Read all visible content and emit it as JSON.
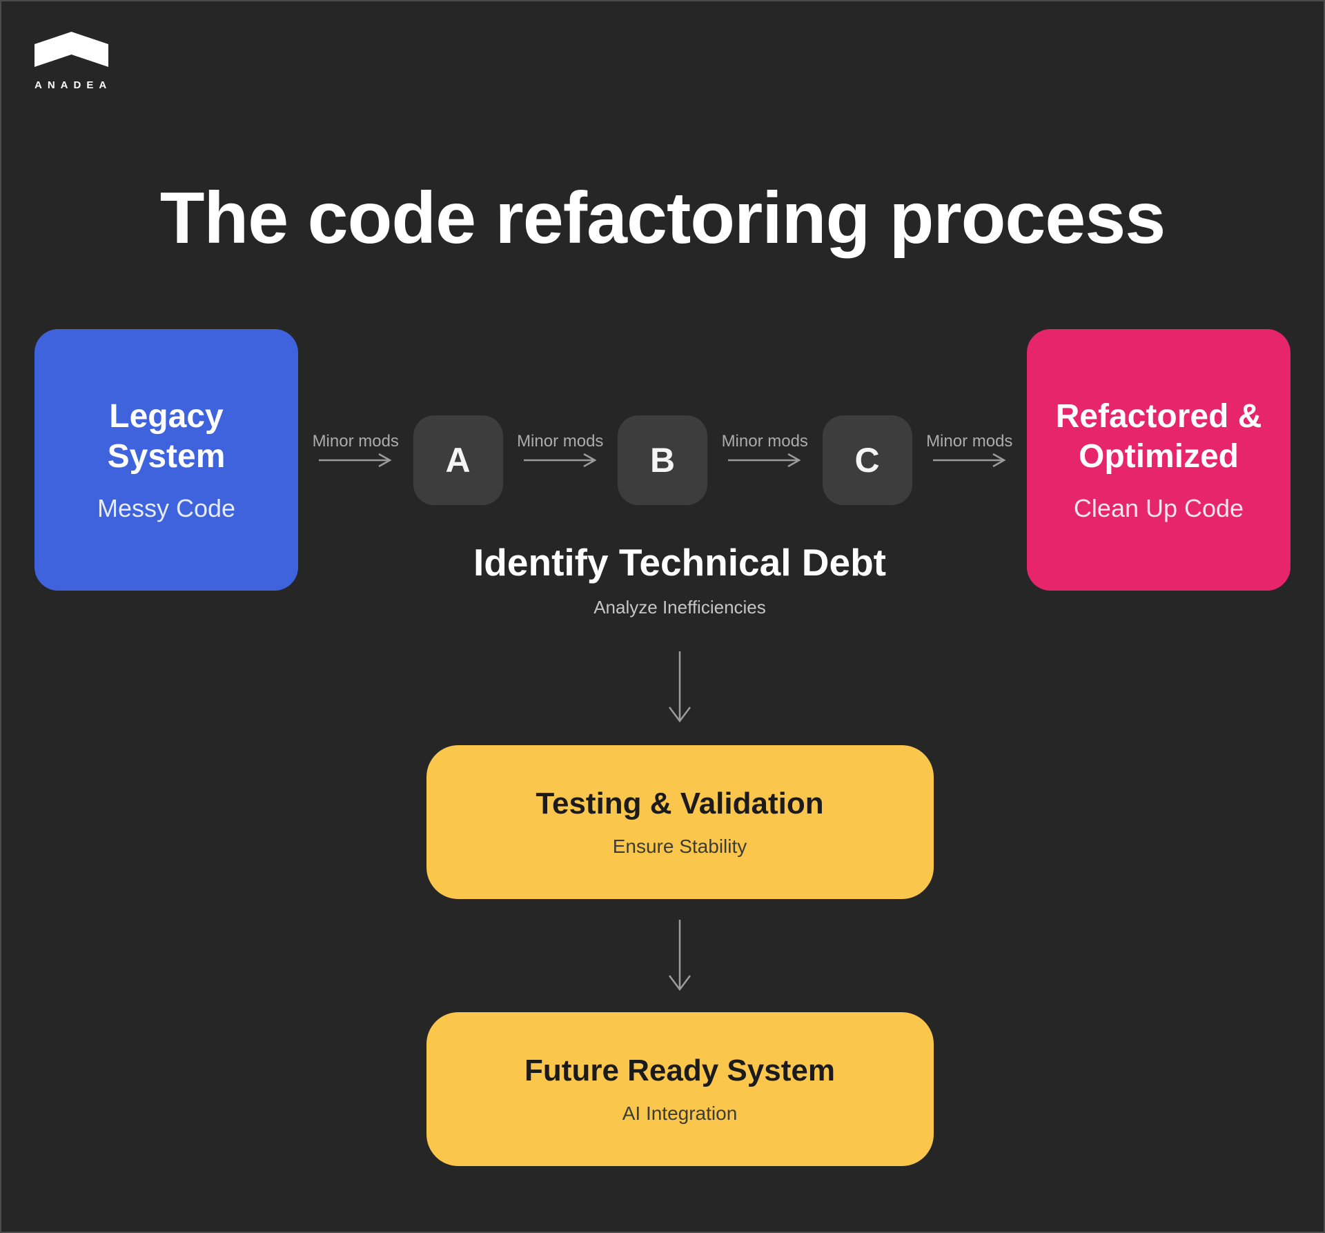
{
  "colors": {
    "background": "#262626",
    "border": "#4b4b4b",
    "blue": "#3E63DC",
    "pink": "#E6256B",
    "yellow": "#FAC64C",
    "step_box": "#3D3D3D",
    "arrow": "#9C9C9C",
    "label_gray": "#ACACAC"
  },
  "logo": {
    "brand": "ANADEA",
    "icon": "anadea-chevron-icon"
  },
  "title": "The code refactoring process",
  "flow": {
    "start": {
      "title": "Legacy System",
      "subtitle": "Messy Code"
    },
    "arrow_label": "Minor mods",
    "steps": [
      {
        "label": "A"
      },
      {
        "label": "B"
      },
      {
        "label": "C"
      }
    ],
    "end": {
      "title": "Refactored & Optimized",
      "subtitle": "Clean Up Code"
    }
  },
  "identify": {
    "title": "Identify Technical Debt",
    "subtitle": "Analyze Inefficiencies"
  },
  "stages": [
    {
      "title": "Testing & Validation",
      "subtitle": "Ensure Stability"
    },
    {
      "title": "Future Ready System",
      "subtitle": "AI Integration"
    }
  ]
}
